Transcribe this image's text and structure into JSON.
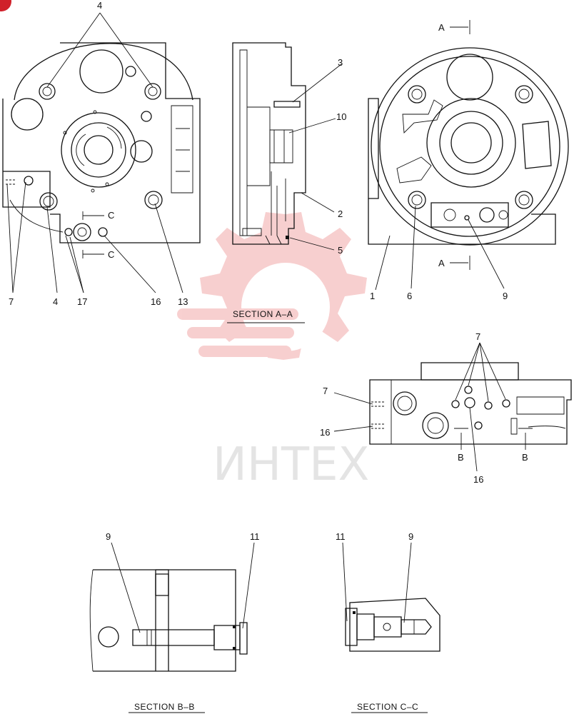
{
  "labels": {
    "top_4": "4",
    "left_7": "7",
    "left_4": "4",
    "left_17": "17",
    "left_16": "16",
    "left_13": "13",
    "c_top": "C",
    "c_bottom": "C",
    "side_3": "3",
    "side_10": "10",
    "side_2": "2",
    "side_5": "5",
    "right_a_top": "A",
    "right_a_bottom": "A",
    "right_1": "1",
    "right_6": "6",
    "right_9": "9",
    "mid_7_top": "7",
    "mid_7_left": "7",
    "mid_16_left": "16",
    "mid_16_bottom": "16",
    "mid_b_left": "B",
    "mid_b_right": "B",
    "bb_9": "9",
    "bb_11": "11",
    "cc_11": "11",
    "cc_9": "9"
  },
  "sections": {
    "aa": "SECTION  A–A",
    "bb": "SECTION  B–B",
    "cc": "SECTION  C–C"
  },
  "watermark": {
    "text": "ИНТЕХ",
    "color": "#f2b9b9"
  },
  "colors": {
    "line": "#111111",
    "corner_mark": "#d0202a"
  }
}
